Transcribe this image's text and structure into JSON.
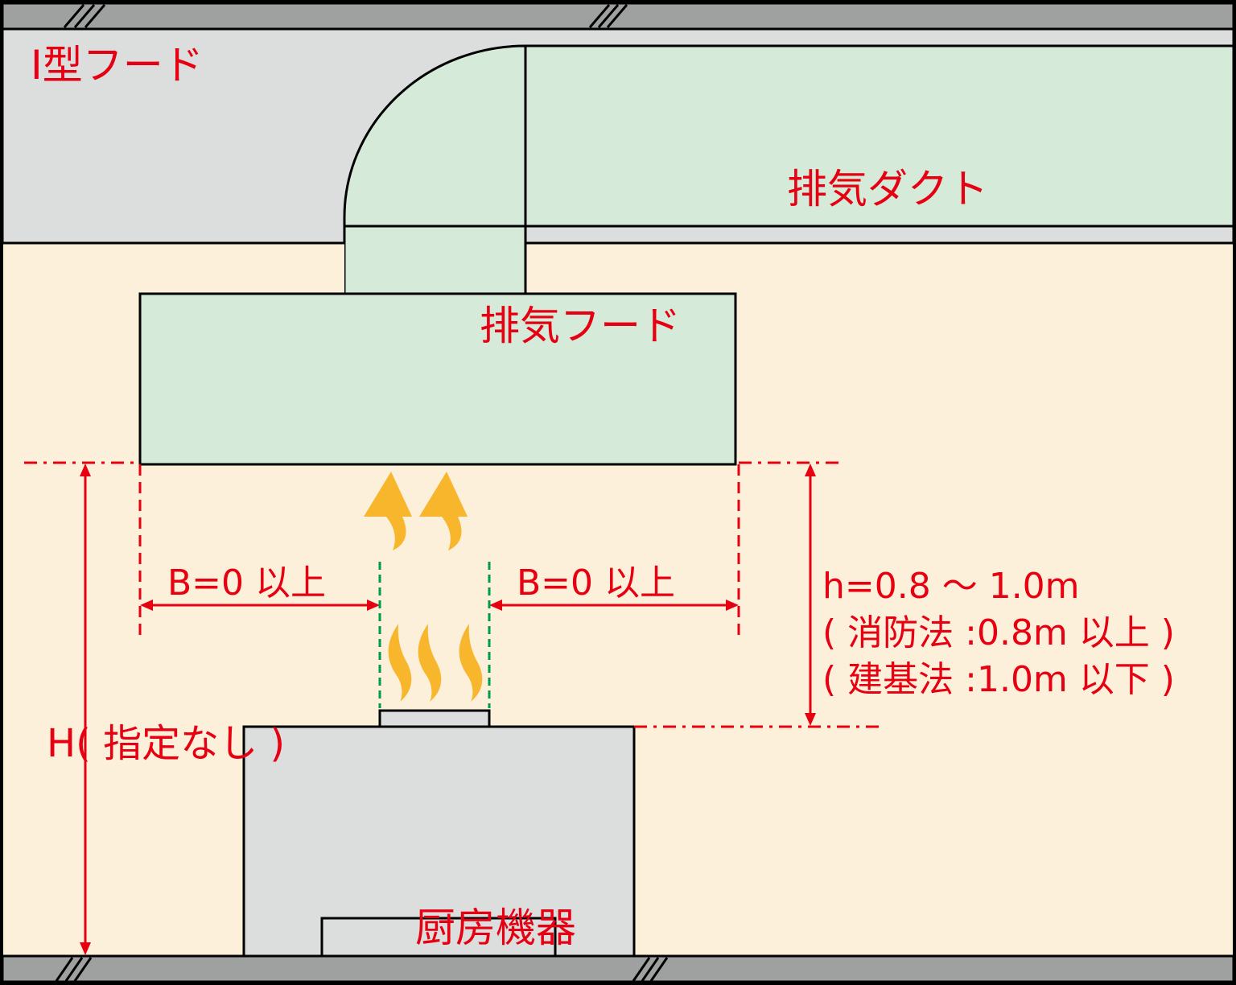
{
  "diagram": {
    "title": "Ⅰ型フード",
    "labels": {
      "exhaust_duct": "排気ダクト",
      "exhaust_hood": "排気フード",
      "clearance_left": "B=0 以上",
      "clearance_right": "B=0 以上",
      "hood_height_line1": "h=0.8 ～ 1.0m",
      "hood_height_line2": "( 消防法 :0.8m 以上 )",
      "hood_height_line3": "( 建基法 :1.0m 以下 )",
      "floor_height": "H( 指定なし )",
      "kitchen_equipment": "厨房機器"
    },
    "colors": {
      "background_room": "#fdf0da",
      "ceiling_space": "#dcdddd",
      "slab": "#9fa0a0",
      "duct_fill": "#d5ead8",
      "equipment_fill": "#dcdddd",
      "annotation_red": "#e60012",
      "heat_orange": "#f8b62d",
      "guide_green": "#009944",
      "outline": "#000000"
    },
    "icons": [
      "break-line-icon",
      "heat-wave-icon",
      "up-arrow-icon"
    ]
  }
}
